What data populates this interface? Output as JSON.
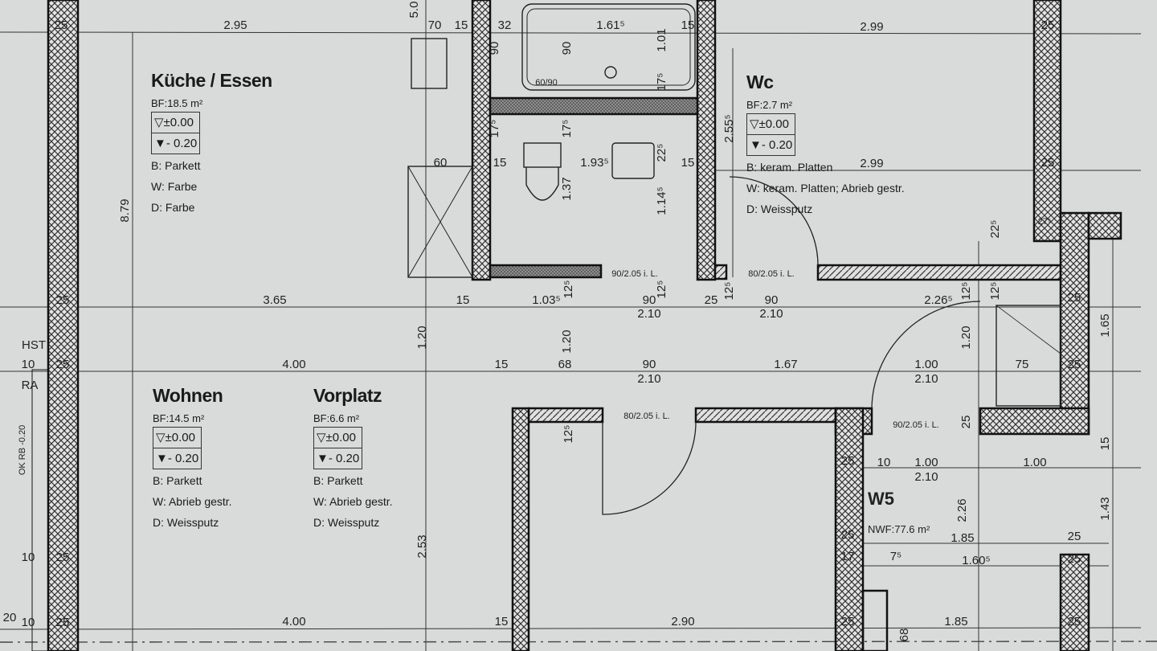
{
  "drawing": {
    "unit_label": "W5",
    "unit_area": "NWF:77.6 m²",
    "colors": {
      "paper": "#d9dbdb",
      "line": "#1a1a1a",
      "hatch": "#333333"
    }
  },
  "rooms": [
    {
      "title": "Küche / Essen",
      "area": "BF:18.5 m²",
      "level_top": "▽±0.00",
      "level_bottom": "▼- 0.20",
      "floor": "B: Parkett",
      "wall": "W: Farbe",
      "ceiling": "D: Farbe"
    },
    {
      "title": "Wc",
      "area": "BF:2.7 m²",
      "level_top": "▽±0.00",
      "level_bottom": "▼- 0.20",
      "floor": "B: keram. Platten",
      "wall": "W: keram. Platten; Abrieb gestr.",
      "ceiling": "D: Weissputz"
    },
    {
      "title": "Wohnen",
      "area": "BF:14.5 m²",
      "level_top": "▽±0.00",
      "level_bottom": "▼- 0.20",
      "floor": "B: Parkett",
      "wall": "W: Abrieb gestr.",
      "ceiling": "D: Weissputz"
    },
    {
      "title": "Vorplatz",
      "area": "BF:6.6 m²",
      "level_top": "▽±0.00",
      "level_bottom": "▼- 0.20",
      "floor": "B: Parkett",
      "wall": "W: Abrieb gestr.",
      "ceiling": "D: Weissputz"
    }
  ],
  "dimension_labels": [
    "25",
    "2.95",
    "70",
    "15",
    "32",
    "1.61⁵",
    "15",
    "2.99",
    "25",
    "60",
    "15",
    "1.93⁵",
    "15",
    "2.99",
    "25",
    "25",
    "3.65",
    "15",
    "1.03⁵",
    "90",
    "2.10",
    "25",
    "90",
    "2.10",
    "2.26⁵",
    "25",
    "10",
    "25",
    "4.00",
    "15",
    "68",
    "90",
    "2.10",
    "1.67",
    "1.00",
    "2.10",
    "75",
    "25",
    "25",
    "10",
    "1.00",
    "2.10",
    "1.00",
    "25",
    "1.85",
    "25",
    "17",
    "7⁵",
    "1.60⁵",
    "25",
    "10",
    "25",
    "4.00",
    "15",
    "2.90",
    "25",
    "1.85",
    "25",
    "HST",
    "RA",
    "10",
    "25",
    "20"
  ],
  "vertical_labels": [
    "8.79",
    "1.20",
    "2.53",
    "1.20",
    "12⁵",
    "90",
    "90",
    "1.01",
    "17⁵",
    "17⁵",
    "17⁵",
    "1.37",
    "22⁵",
    "1.14⁵",
    "2.55⁵",
    "22⁵",
    "12⁵",
    "12⁵",
    "12⁵",
    "12⁵",
    "12⁵",
    "1.20",
    "25",
    "2.26",
    "1.43",
    "1.65",
    "15",
    "5.0",
    "68",
    "OK RB -0.20"
  ],
  "door_labels": [
    "90/2.05 i. L.",
    "80/2.05 i. L.",
    "80/2.05 i. L.",
    "90/2.05 i. L.",
    "60/90",
    "27⁵"
  ]
}
